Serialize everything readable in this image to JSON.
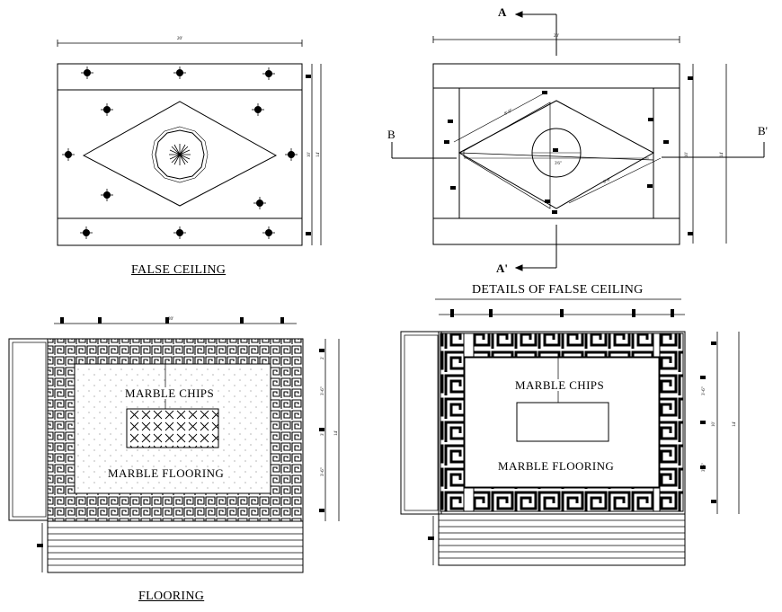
{
  "titles": {
    "false_ceiling": "FALSE CEILING",
    "details": "DETAILS OF FALSE CEILING",
    "flooring": "FLOORING"
  },
  "section_marks": {
    "a_top": "A",
    "a_bottom": "A'",
    "b_left": "B",
    "b_right": "B'"
  },
  "notes": {
    "marble_chips_left": "MARBLE CHIPS",
    "marble_flooring_left": "MARBLE FLOORING",
    "marble_chips_right": "MARBLE CHIPS",
    "marble_flooring_right": "MARBLE FLOORING"
  }
}
